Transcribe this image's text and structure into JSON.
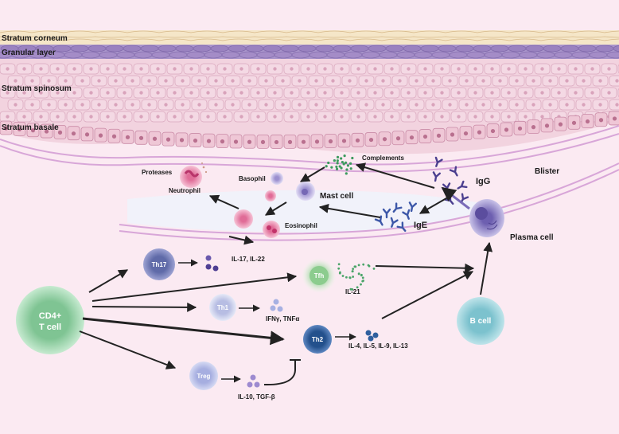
{
  "layers": {
    "stratum_corneum": "Stratum corneum",
    "granular_layer": "Granular layer",
    "stratum_spinosum": "Stratum spinosum",
    "stratum_basale": "Stratum basale",
    "blister": "Blister"
  },
  "cells": {
    "cd4_line1": "CD4+",
    "cd4_line2": "T cell",
    "th17": "Th17",
    "tfh": "Tfh",
    "th1": "Th1",
    "th2": "Th2",
    "treg": "Treg",
    "b_cell": "B cell",
    "plasma_cell": "Plasma cell",
    "basophil": "Basophil",
    "mast_cell": "Mast cell",
    "eosinophil": "Eosinophil",
    "neutrophil": "Neutrophil"
  },
  "molecules": {
    "proteases": "Proteases",
    "complements": "Complements",
    "igg": "IgG",
    "ige": "IgE",
    "il17_22": "IL-17, IL-22",
    "il21": "IL-21",
    "ifng_tnfa": "IFNγ, TNFα",
    "th2_cytokines": "IL-4, IL-5, IL-9, IL-13",
    "il10_tgfb": "IL-10, TGF-β"
  },
  "colors": {
    "background": "#fbeaf2",
    "keratinocyte": "#f2d3df",
    "granular": "#b9a2d2",
    "cd4": "#a9d9b4",
    "th17": "#7b7fb8",
    "tfh_glow": "#c8f0c8",
    "th1": "#d8dcf0",
    "th2": "#2f5f9e",
    "treg": "#bfc6ea",
    "b_cell": "#9fd4dc",
    "plasma": "#8a80c4"
  }
}
